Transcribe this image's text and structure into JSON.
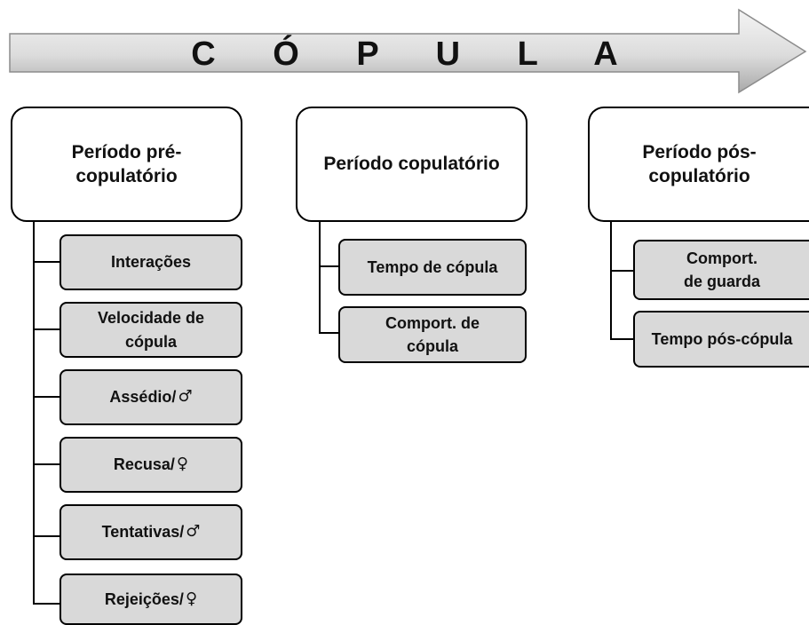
{
  "header": {
    "title": "C Ó P U L A"
  },
  "columns": [
    {
      "title": "Período pré-\ncopulatório",
      "items": [
        {
          "label": "Interações"
        },
        {
          "label": "Velocidade de\ncópula"
        },
        {
          "label": "Assédio/",
          "symbol": "♂"
        },
        {
          "label": "Recusa/",
          "symbol": "♀"
        },
        {
          "label": "Tentativas/",
          "symbol": "♂"
        },
        {
          "label": "Rejeições/",
          "symbol": "♀"
        }
      ]
    },
    {
      "title": "Período copulatório",
      "items": [
        {
          "label": "Tempo de cópula"
        },
        {
          "label": "Comport. de\ncópula"
        }
      ]
    },
    {
      "title": "Período pós-\ncopulatório",
      "items": [
        {
          "label": "Comport.\nde guarda"
        },
        {
          "label": "Tempo pós-cópula"
        }
      ]
    }
  ],
  "colors": {
    "box_fill": "#d9d9d9",
    "arrow_light": "#f2f2f2",
    "arrow_dark": "#a8a8a8"
  }
}
